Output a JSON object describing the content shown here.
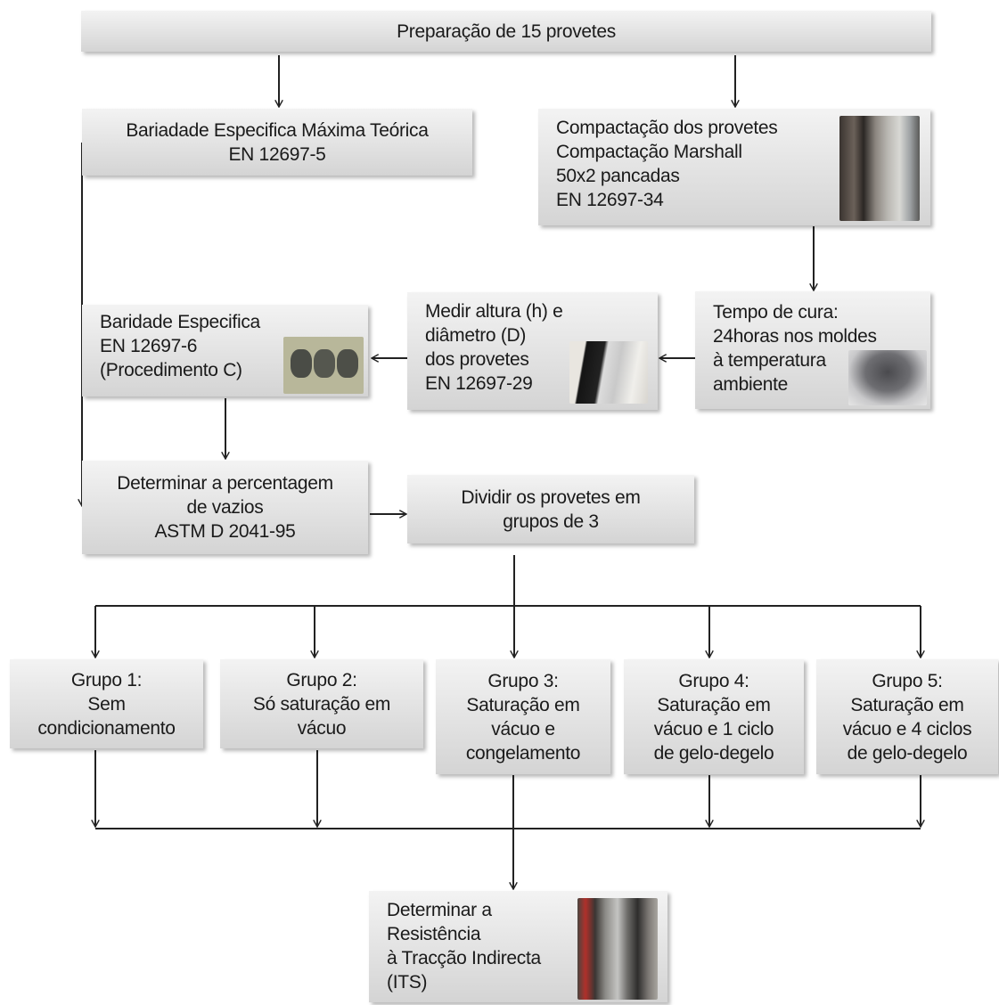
{
  "boxes": {
    "prep": [
      "Preparação de 15 provetes"
    ],
    "max_density": [
      "Bariadade Especifica Máxima Teórica",
      "EN 12697-5"
    ],
    "compaction": [
      "Compactação dos provetes",
      "Compactação Marshall",
      "50x2 pancadas",
      "EN 12697-34"
    ],
    "curing": [
      "Tempo de cura:",
      "24horas nos moldes",
      "à temperatura",
      "ambiente"
    ],
    "measure": [
      "Medir altura (h) e",
      "diâmetro (D)",
      "dos provetes",
      "EN 12697-29"
    ],
    "bulk_density": [
      "Baridade Especifica",
      "EN 12697-6",
      "(Procedimento C)"
    ],
    "voids": [
      "Determinar a percentagem",
      "de vazios",
      "ASTM D 2041-95"
    ],
    "divide": [
      "Dividir os provetes em",
      "grupos de 3"
    ],
    "groups": [
      [
        "Grupo 1:",
        "Sem",
        "condicionamento"
      ],
      [
        "Grupo 2:",
        "Só saturação em",
        "vácuo"
      ],
      [
        "Grupo 3:",
        "Saturação em",
        "vácuo e",
        "congelamento"
      ],
      [
        "Grupo 4:",
        "Saturação em",
        "vácuo e 1 ciclo",
        "de gelo-degelo"
      ],
      [
        "Grupo 5:",
        "Saturação em",
        "vácuo e 4 ciclos",
        "de gelo-degelo"
      ]
    ],
    "its": [
      "Determinar  a",
      "Resistência",
      "à Tracção Indirecta",
      "(ITS)"
    ]
  },
  "photos": {
    "compaction": "marshall-compactor-photo",
    "curing": "specimen-in-mould-photo",
    "measure": "caliper-measurement-photo",
    "bulk_density": "three-specimens-photo",
    "its": "its-testing-machine-photo"
  },
  "colors": {
    "box_top": "#f3f3f3",
    "box_bottom": "#d4d4d4",
    "text": "#1a1a1a",
    "arrow": "#222222"
  }
}
